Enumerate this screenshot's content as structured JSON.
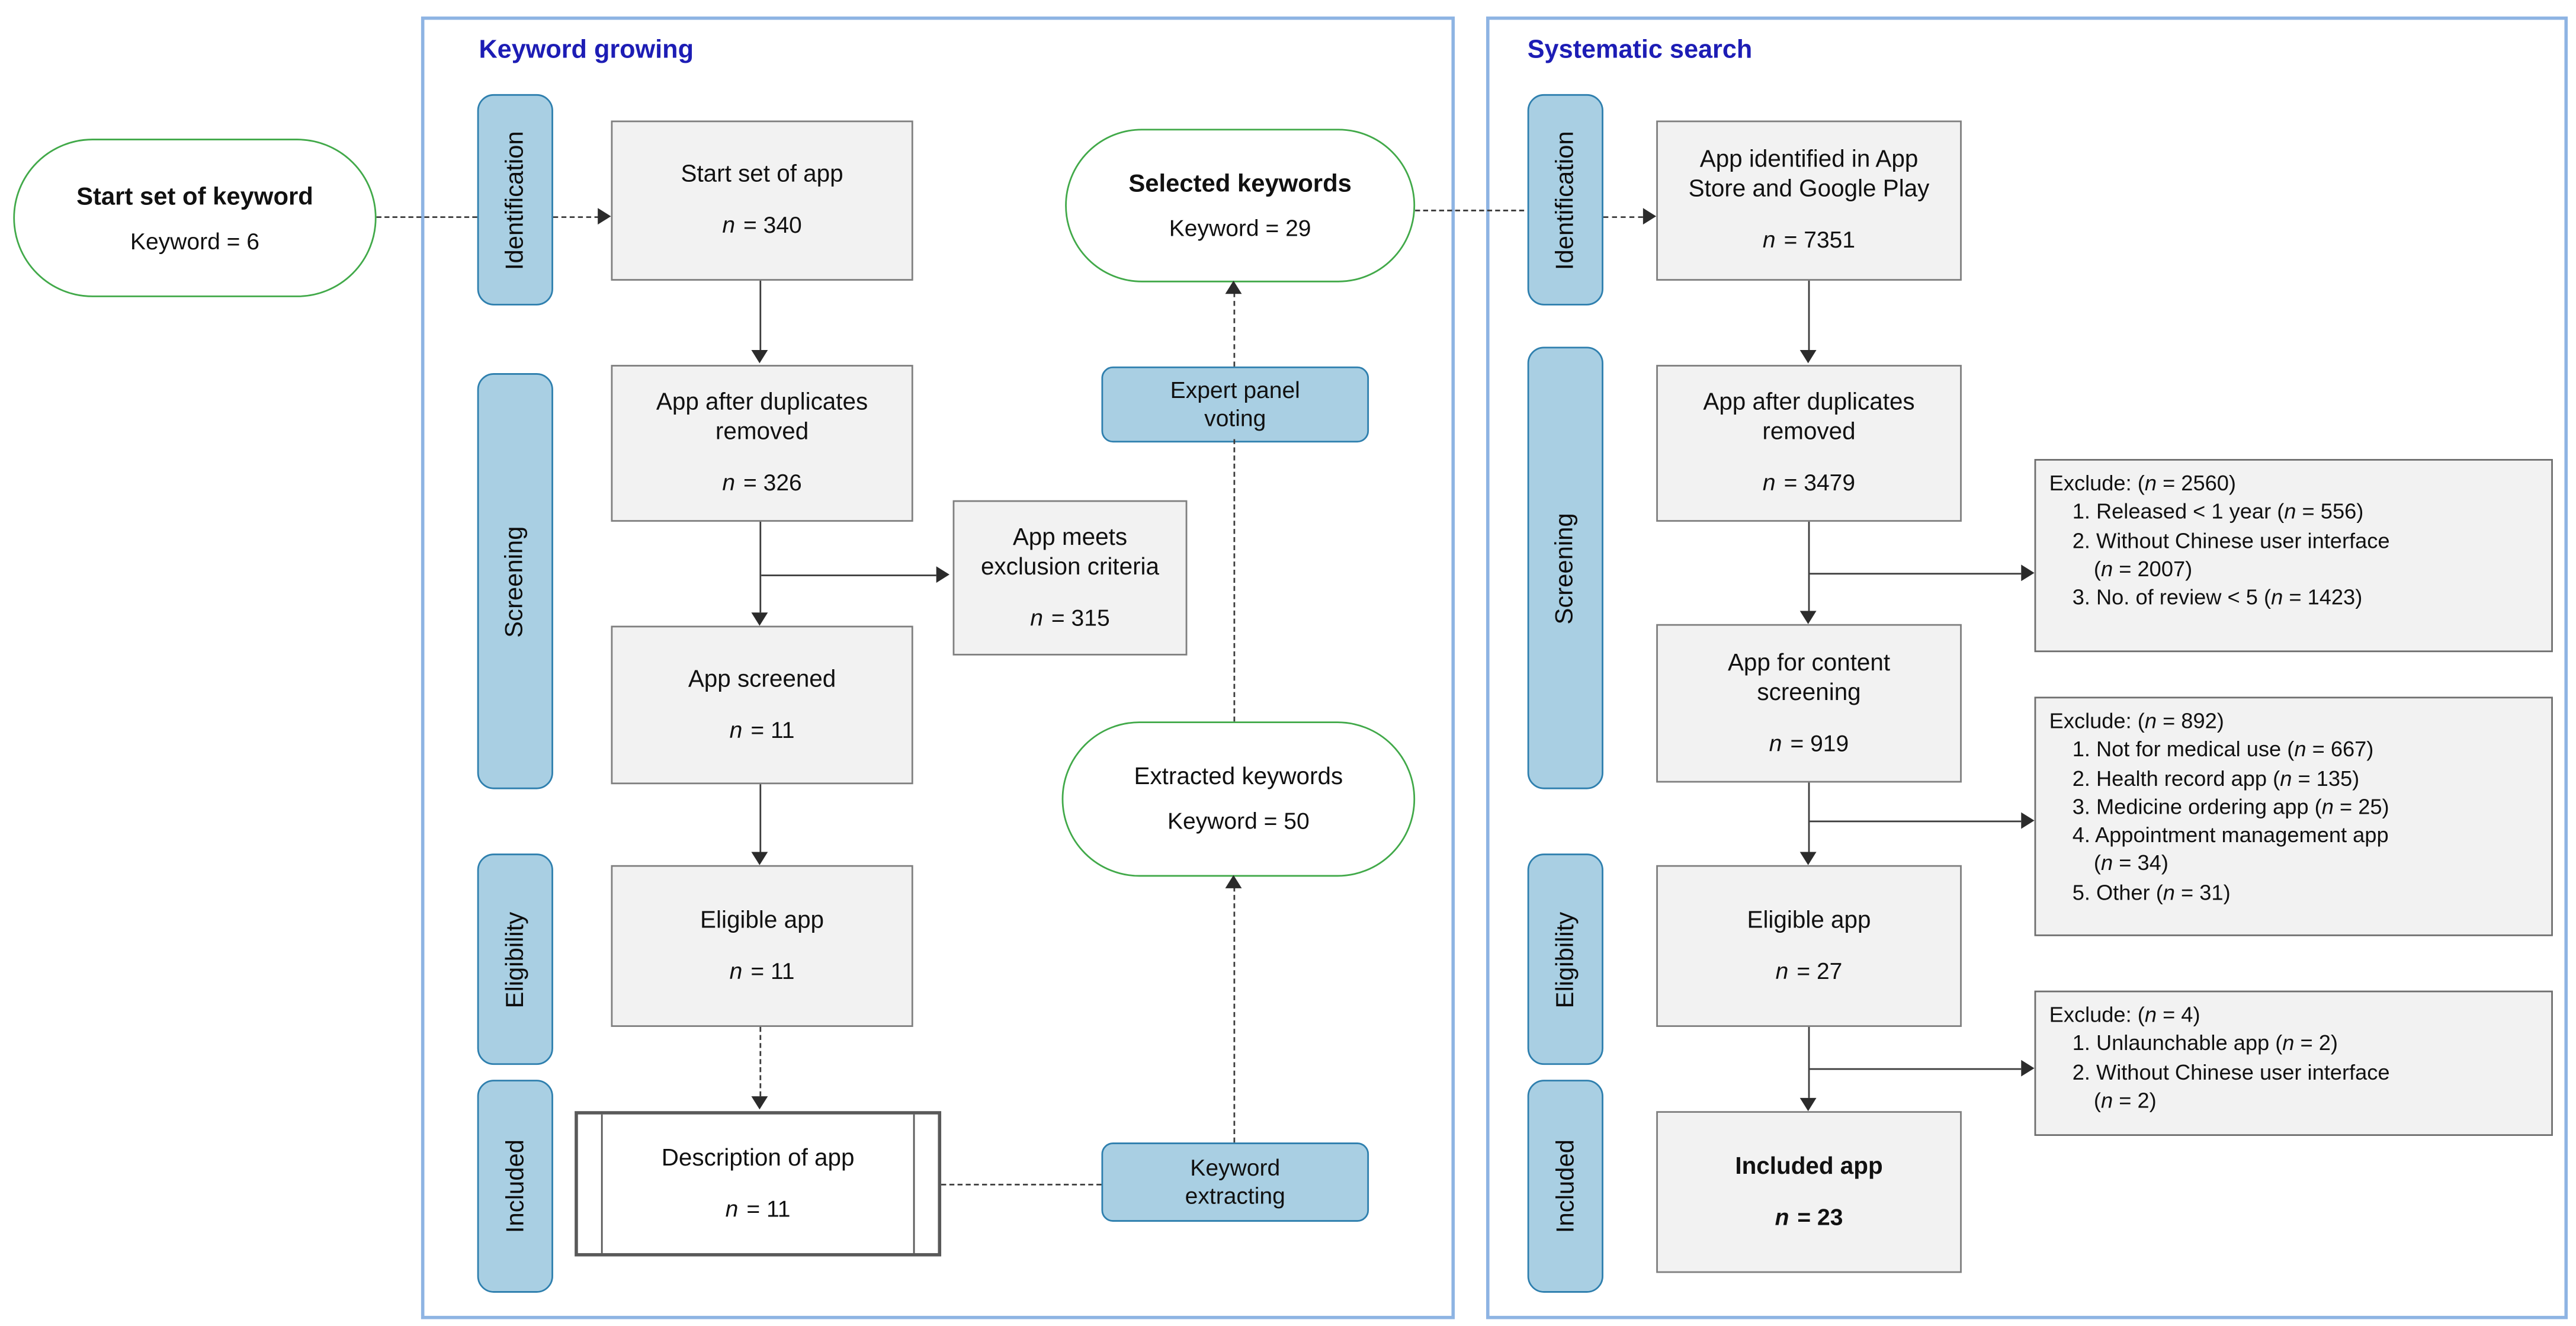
{
  "colors": {
    "panel_border": "#8eb4e3",
    "stage_fill": "#a9cfe3",
    "stage_border": "#2e7fae",
    "title_color": "#1d1db5",
    "oval_border": "#41a949",
    "box_fill": "#f2f2f2",
    "box_border": "#7f7f7f"
  },
  "start_oval": {
    "title": "Start set of keyword",
    "value": "Keyword = 6"
  },
  "keyword_growing": {
    "title": "Keyword growing",
    "stages": [
      {
        "label": "Identification"
      },
      {
        "label": "Screening"
      },
      {
        "label": "Eligibility"
      },
      {
        "label": "Included"
      }
    ],
    "boxes": {
      "start_set": {
        "title": "Start set of app",
        "n_label": "n",
        "n_value": "= 340"
      },
      "after_duplicates": {
        "title": "App after duplicates removed",
        "n_label": "n",
        "n_value": "= 326"
      },
      "meets_exclusion": {
        "title": "App meets exclusion criteria",
        "n_label": "n",
        "n_value": "= 315"
      },
      "screened": {
        "title": "App screened",
        "n_label": "n",
        "n_value": "= 11"
      },
      "eligible": {
        "title": "Eligible app",
        "n_label": "n",
        "n_value": "= 11"
      },
      "description": {
        "title": "Description of app",
        "n_label": "n",
        "n_value": "= 11"
      }
    },
    "ovals": {
      "selected": {
        "title": "Selected keywords",
        "value": "Keyword = 29"
      },
      "extracted": {
        "title": "Extracted keywords",
        "value": "Keyword = 50"
      }
    },
    "actions": {
      "expert_panel": {
        "label": "Expert panel\nvoting"
      },
      "keyword_extracting": {
        "label": "Keyword\nextracting"
      }
    }
  },
  "systematic_search": {
    "title": "Systematic search",
    "stages": [
      {
        "label": "Identification"
      },
      {
        "label": "Screening"
      },
      {
        "label": "Eligibility"
      },
      {
        "label": "Included"
      }
    ],
    "boxes": {
      "identified": {
        "title": "App identified in App Store and Google Play",
        "n_label": "n",
        "n_value": "= 7351"
      },
      "after_duplicates": {
        "title": "App after duplicates removed",
        "n_label": "n",
        "n_value": "= 3479"
      },
      "content_screening": {
        "title": "App for content screening",
        "n_label": "n",
        "n_value": "= 919"
      },
      "eligible": {
        "title": "Eligible app",
        "n_label": "n",
        "n_value": "= 27"
      },
      "included": {
        "title": "Included app",
        "n_label": "n",
        "n_value": "= 23"
      }
    },
    "exclusions": [
      {
        "lines": [
          {
            "indent": 0,
            "segs": [
              "Exclude: (",
              {
                "i": "n"
              },
              " = 2560)"
            ]
          },
          {
            "indent": 1,
            "segs": [
              "1. Released < 1 year (",
              {
                "i": "n"
              },
              " = 556)"
            ]
          },
          {
            "indent": 1,
            "segs": [
              "2. Without Chinese user interface"
            ]
          },
          {
            "indent": 2,
            "segs": [
              "(",
              {
                "i": "n"
              },
              " = 2007)"
            ]
          },
          {
            "indent": 1,
            "segs": [
              "3. No. of review < 5 (",
              {
                "i": "n"
              },
              " = 1423)"
            ]
          }
        ]
      },
      {
        "lines": [
          {
            "indent": 0,
            "segs": [
              "Exclude: (",
              {
                "i": "n"
              },
              " = 892)"
            ]
          },
          {
            "indent": 1,
            "segs": [
              "1. Not for medical use (",
              {
                "i": "n"
              },
              " = 667)"
            ]
          },
          {
            "indent": 1,
            "segs": [
              "2. Health record app (",
              {
                "i": "n"
              },
              " = 135)"
            ]
          },
          {
            "indent": 1,
            "segs": [
              "3. Medicine ordering app (",
              {
                "i": "n"
              },
              " = 25)"
            ]
          },
          {
            "indent": 1,
            "segs": [
              "4. Appointment management app"
            ]
          },
          {
            "indent": 2,
            "segs": [
              "(",
              {
                "i": "n"
              },
              " = 34)"
            ]
          },
          {
            "indent": 1,
            "segs": [
              "5. Other (",
              {
                "i": "n"
              },
              " = 31)"
            ]
          }
        ]
      },
      {
        "lines": [
          {
            "indent": 0,
            "segs": [
              "Exclude: (",
              {
                "i": "n"
              },
              " = 4)"
            ]
          },
          {
            "indent": 1,
            "segs": [
              "1. Unlaunchable app (",
              {
                "i": "n"
              },
              " = 2)"
            ]
          },
          {
            "indent": 1,
            "segs": [
              "2. Without Chinese user interface"
            ]
          },
          {
            "indent": 2,
            "segs": [
              "(",
              {
                "i": "n"
              },
              " = 2)"
            ]
          }
        ]
      }
    ]
  }
}
